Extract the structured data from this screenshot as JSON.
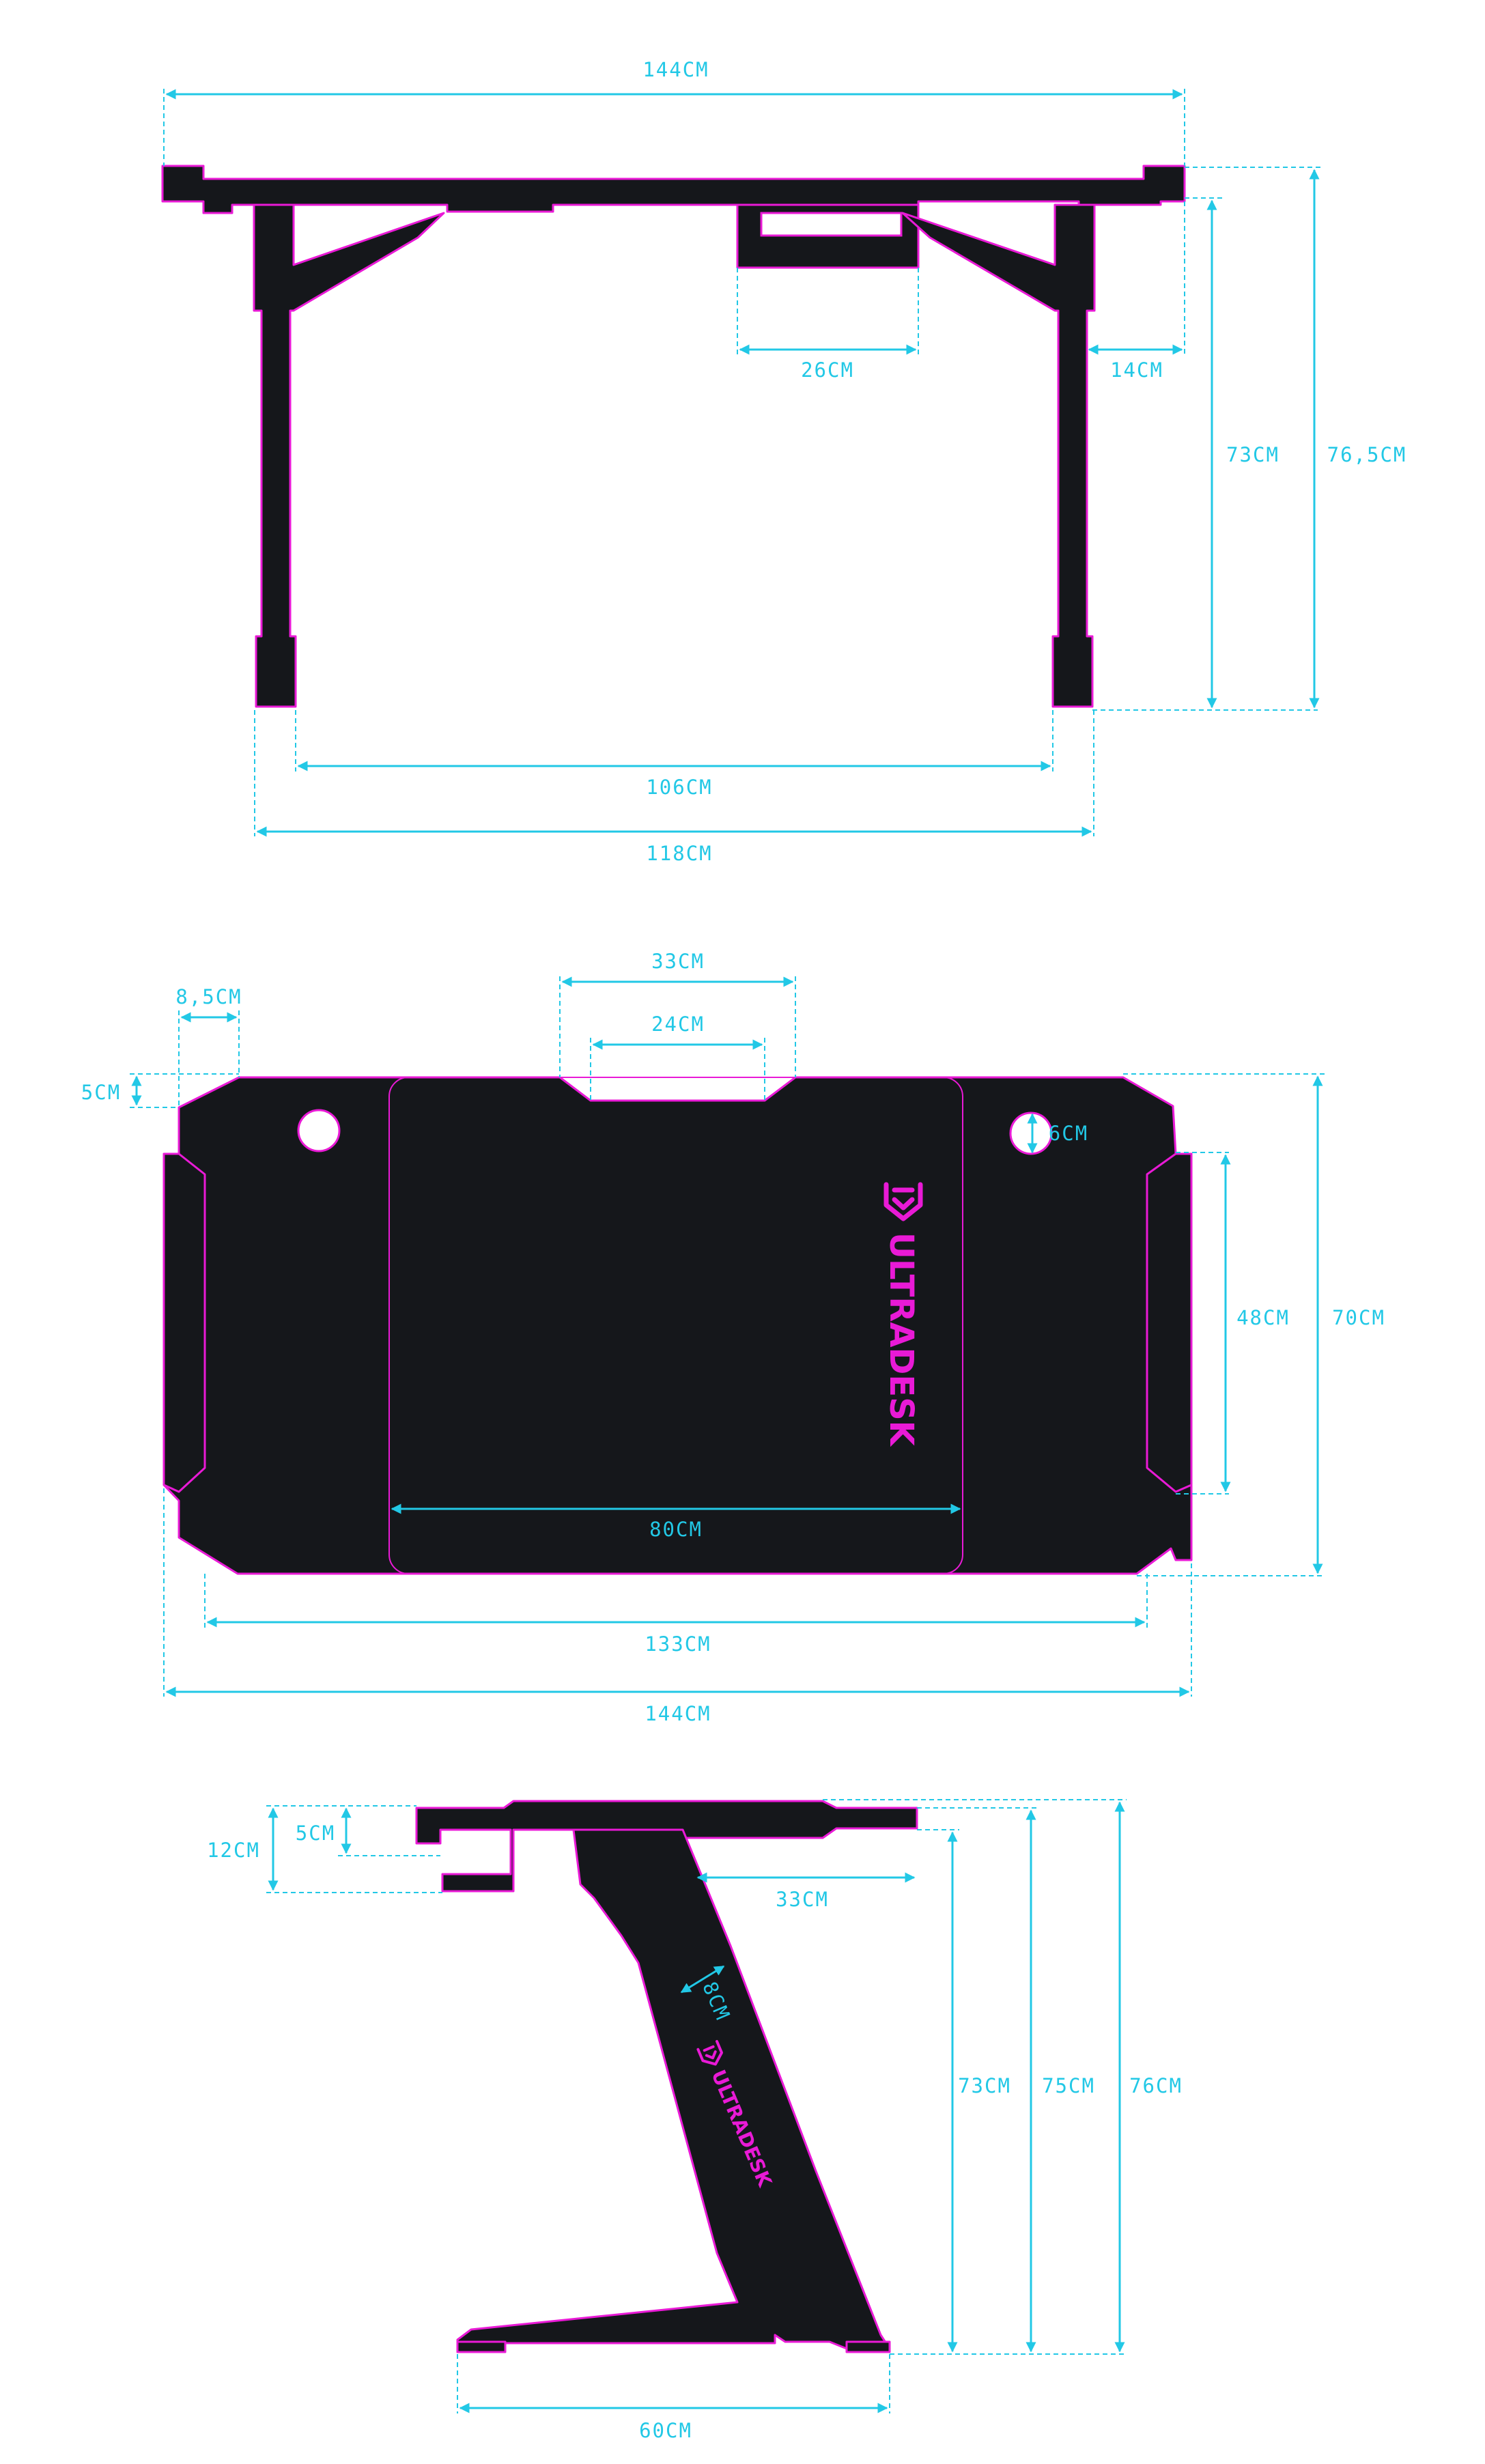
{
  "front_view": {
    "top_width": "144CM",
    "drawer_width": "26CM",
    "side_depth": "14CM",
    "leg_height": "73CM",
    "total_height": "76,5CM",
    "inner_leg_span": "106CM",
    "outer_leg_span": "118CM"
  },
  "top_view": {
    "notch_outer": "33CM",
    "notch_inner": "24CM",
    "corner_width": "8,5CM",
    "corner_depth": "5CM",
    "hole_diameter": "6CM",
    "side_panel": "48CM",
    "total_depth": "70CM",
    "mousepad_width": "80CM",
    "front_edge": "133CM",
    "total_width": "144CM"
  },
  "side_view": {
    "hook_total": "12CM",
    "hook_inner": "5CM",
    "overhang": "33CM",
    "leg_thickness": "8CM",
    "leg_height": "73CM",
    "mid_height": "75CM",
    "total_height": "76CM",
    "foot_length": "60CM"
  },
  "brand": {
    "name": "ULTRADESK",
    "color": "#e91ad6",
    "dimension_color": "#22c8e6"
  }
}
